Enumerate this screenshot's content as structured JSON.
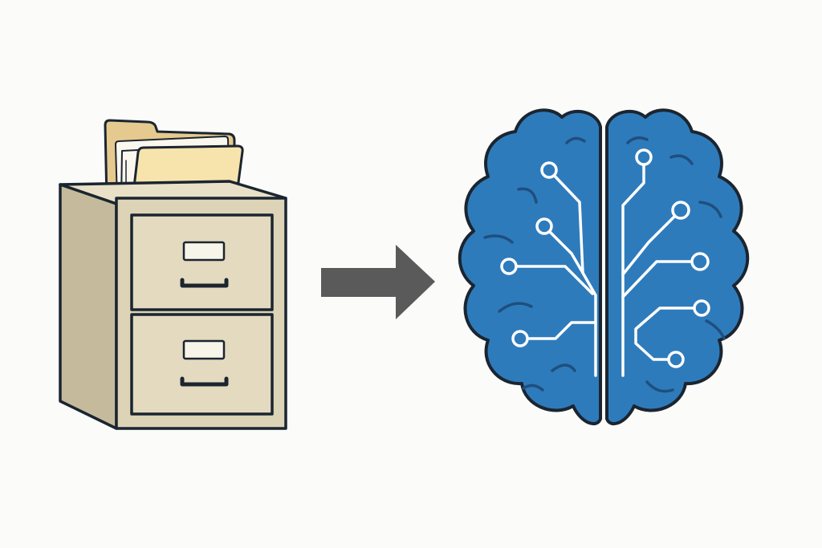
{
  "colors": {
    "background": "#fbfbfa",
    "outline": "#1b2530",
    "cabinet_front": "#ddd3b6",
    "cabinet_side": "#c5bb9c",
    "cabinet_top": "#e9e1c7",
    "drawer_face": "#e3dabf",
    "label_card": "#f7f4ea",
    "folder_back": "#e5c98e",
    "folder_front": "#f7e4ad",
    "paper": "#faf7ee",
    "arrow": "#5a5a5a",
    "brain_fill": "#2e7bbc",
    "brain_crease": "#1e4f7e",
    "circuit": "#ffffff"
  },
  "diagram": {
    "from": {
      "icon": "filing-cabinet-icon",
      "drawers": 2
    },
    "connector": {
      "icon": "right-arrow-icon",
      "direction": "right"
    },
    "to": {
      "icon": "brain-circuit-icon",
      "hemispheres": 2,
      "circuit_nodes": 9
    }
  }
}
